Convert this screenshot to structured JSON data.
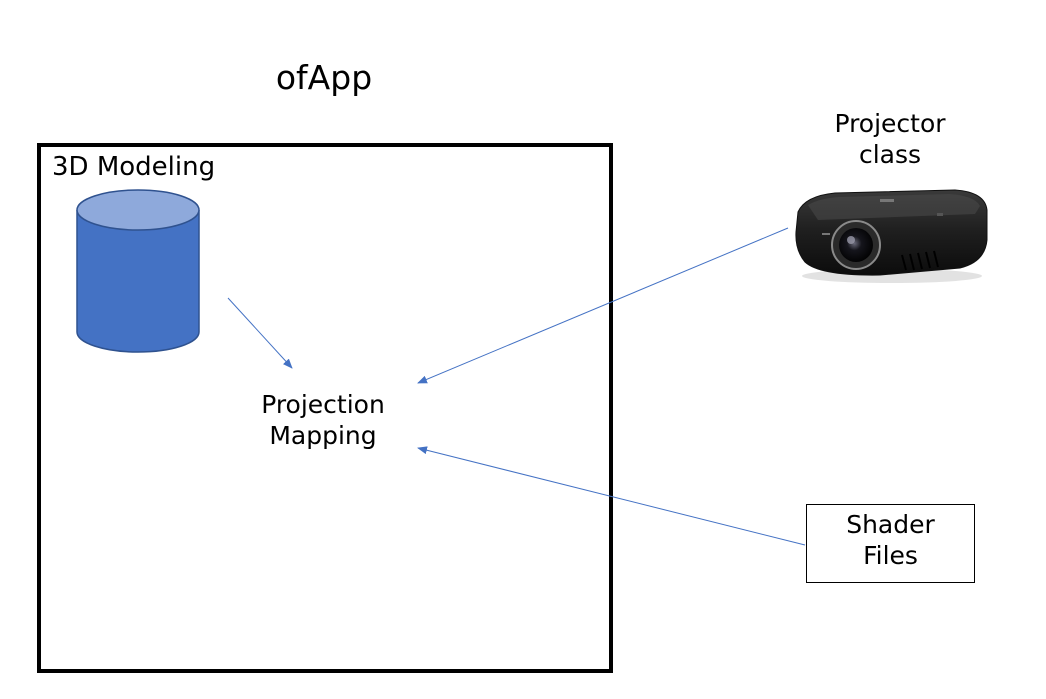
{
  "title": "ofApp",
  "app_box": {
    "label": "3D Modeling"
  },
  "center_node": {
    "line1": "Projection",
    "line2": "Mapping"
  },
  "projector": {
    "line1": "Projector",
    "line2": "class",
    "icon": "projector-icon"
  },
  "shader": {
    "line1": "Shader",
    "line2": "Files"
  },
  "colors": {
    "cylinder_fill": "#4472C4",
    "cylinder_top": "#8EA9DB",
    "cylinder_stroke": "#2F528F",
    "arrow": "#4472C4",
    "box_border": "#000000"
  }
}
